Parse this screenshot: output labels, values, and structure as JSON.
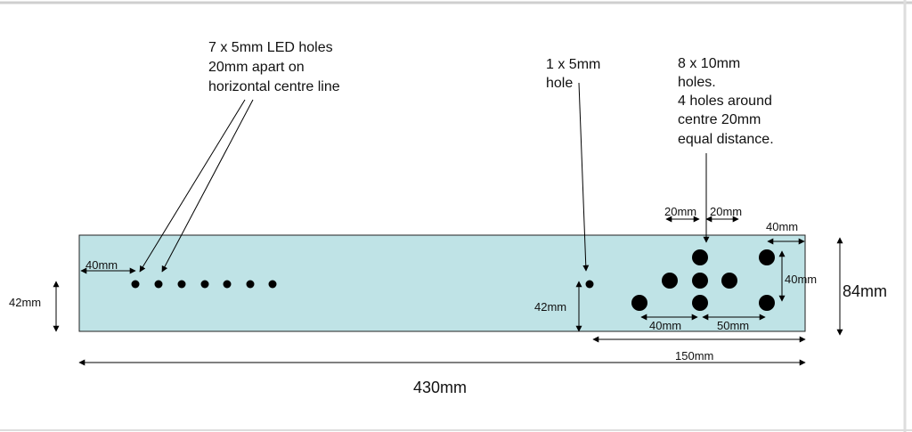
{
  "colors": {
    "panel_fill": "#bfe3e6",
    "panel_stroke": "#222222",
    "hole": "#000000",
    "line": "#000000",
    "frame": "#cccccc"
  },
  "annotations": {
    "led_line1": "7 x 5mm LED holes",
    "led_line2": "20mm apart on",
    "led_line3": "horizontal centre line",
    "small_line1": "1 x 5mm",
    "small_line2": "hole",
    "big_line1": "8 x 10mm",
    "big_line2": "holes.",
    "big_line3": "4 holes around",
    "big_line4": "centre 20mm",
    "big_line5": "equal distance."
  },
  "dimensions": {
    "left_offset": "40mm",
    "left_height": "42mm",
    "small_height": "42mm",
    "centre_left": "20mm",
    "centre_right": "20mm",
    "top_right_offset": "40mm",
    "right_vertical": "40mm",
    "bottom_left": "40mm",
    "bottom_right": "50mm",
    "panel_height": "84mm",
    "right_section": "150mm",
    "total_length": "430mm"
  },
  "holes": {
    "led_count": 7
  }
}
